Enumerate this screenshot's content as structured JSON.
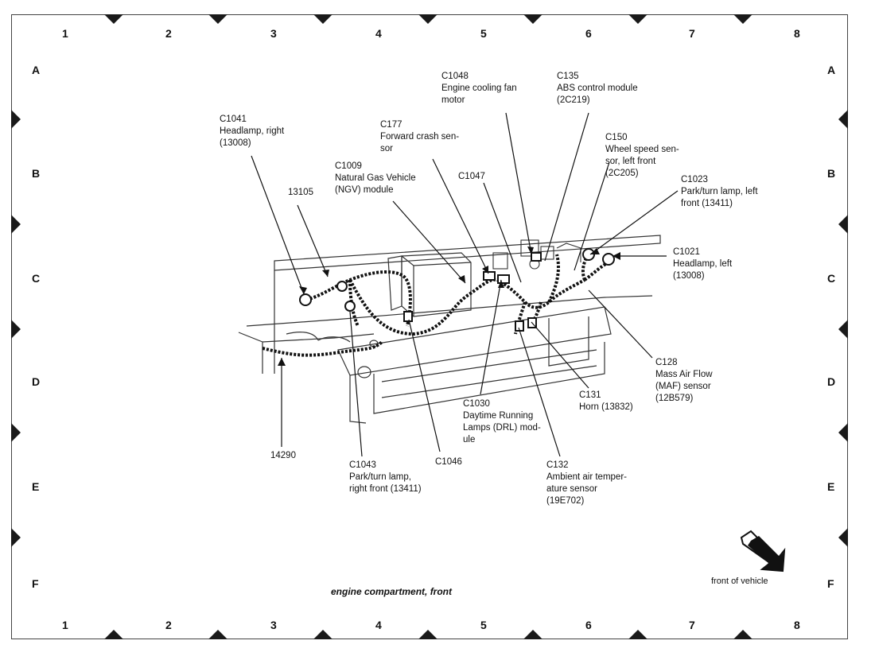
{
  "grid": {
    "columns": [
      "1",
      "2",
      "3",
      "4",
      "5",
      "6",
      "7",
      "8"
    ],
    "rows": [
      "A",
      "B",
      "C",
      "D",
      "E",
      "F"
    ]
  },
  "caption": "engine compartment, front",
  "front_label": "front of vehicle",
  "callouts": {
    "c1041": "C1041\nHeadlamp, right\n(13008)",
    "n13105": "13105",
    "c1009": "C1009\nNatural Gas Vehicle\n(NGV) module",
    "c177": "C177\nForward crash sen-\nsor",
    "c1048": "C1048\nEngine cooling fan\nmotor",
    "c1047": "C1047",
    "c135": "C135\nABS control module\n(2C219)",
    "c150": "C150\nWheel speed sen-\nsor, left front\n(2C205)",
    "c1023": "C1023\nPark/turn lamp, left\nfront (13411)",
    "c1021": "C1021\nHeadlamp, left\n(13008)",
    "c128": "C128\nMass Air Flow\n(MAF) sensor\n(12B579)",
    "c131": "C131\nHorn (13832)",
    "c1030": "C1030\nDaytime Running\nLamps (DRL) mod-\nule",
    "c132": "C132\nAmbient air temper-\nature sensor\n(19E702)",
    "n14290": "14290",
    "c1043": "C1043\nPark/turn lamp,\nright front (13411)",
    "c1046": "C1046"
  }
}
